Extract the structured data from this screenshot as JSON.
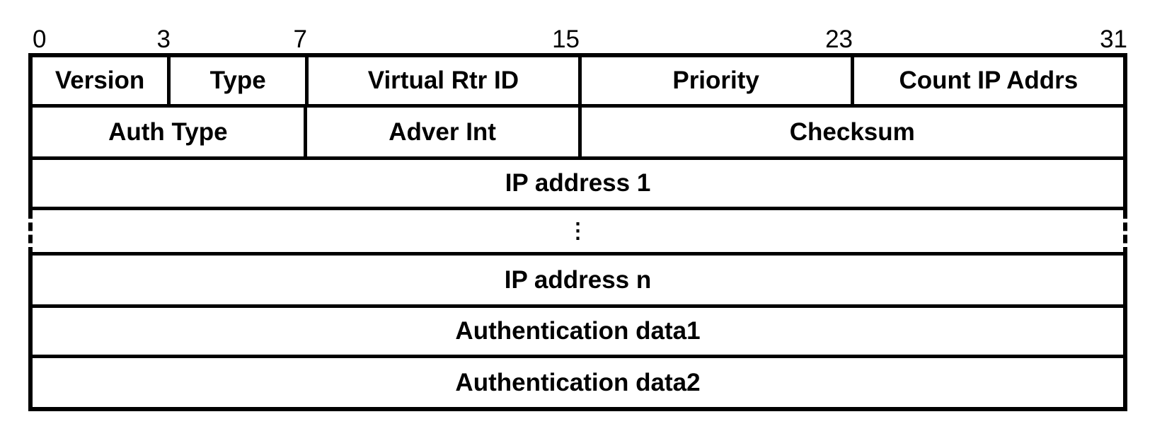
{
  "diagram": {
    "bit_marks": [
      {
        "label": "0",
        "bit": 0
      },
      {
        "label": "3",
        "bit": 3
      },
      {
        "label": "7",
        "bit": 7
      },
      {
        "label": "15",
        "bit": 15
      },
      {
        "label": "23",
        "bit": 23
      },
      {
        "label": "31",
        "bit": 31
      }
    ],
    "rows": [
      {
        "type": "fields",
        "cells": [
          {
            "label": "Version",
            "bits": 4
          },
          {
            "label": "Type",
            "bits": 4
          },
          {
            "label": "Virtual Rtr ID",
            "bits": 8
          },
          {
            "label": "Priority",
            "bits": 8
          },
          {
            "label": "Count IP Addrs",
            "bits": 8
          }
        ]
      },
      {
        "type": "fields",
        "cells": [
          {
            "label": "Auth Type",
            "bits": 8
          },
          {
            "label": "Adver Int",
            "bits": 8
          },
          {
            "label": "Checksum",
            "bits": 16
          }
        ]
      },
      {
        "type": "full-width",
        "label": "IP address 1"
      },
      {
        "type": "ellipsis",
        "label": "⋮"
      },
      {
        "type": "full-width",
        "label": "IP address n"
      },
      {
        "type": "full-width",
        "label": "Authentication data1"
      },
      {
        "type": "full-width",
        "label": "Authentication data2"
      }
    ],
    "colors": {
      "line": "#000000",
      "background": "#ffffff",
      "text": "#000000"
    }
  }
}
